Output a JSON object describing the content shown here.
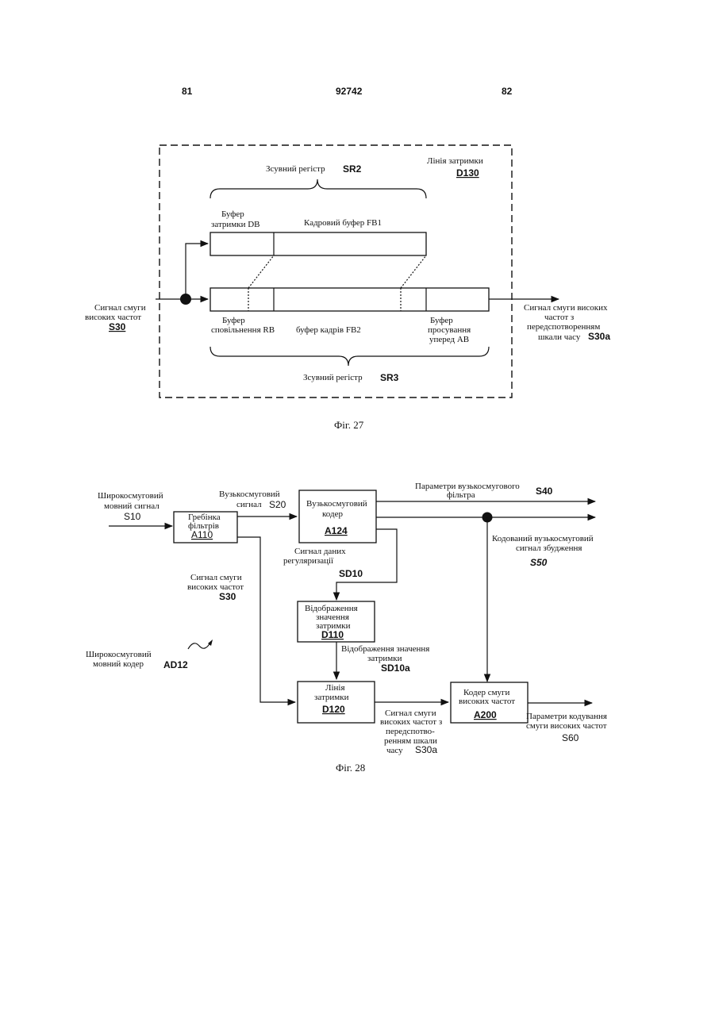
{
  "header": {
    "page_left": "81",
    "doc_number": "92742",
    "page_right": "82"
  },
  "fig27": {
    "caption": "Фіг. 27",
    "sr2_label": "Зсувний регістр",
    "sr2_code": "SR2",
    "delay_line_label": "Лінія затримки",
    "delay_line_code": "D130",
    "db_label_1": "Буфер",
    "db_label_2": "затримки DB",
    "fb1_label": "Кадровий буфер FB1",
    "input_label_1": "Сигнал смуги",
    "input_label_2": "високих частот",
    "input_code": "S30",
    "rb_label_1": "Буфер",
    "rb_label_2": "сповільнення RB",
    "fb2_label": "буфер кадрів FB2",
    "ab_label_1": "Буфер",
    "ab_label_2": "просування",
    "ab_label_3": "уперед AB",
    "output_label_1": "Сигнал смуги високих",
    "output_label_2": "частот з",
    "output_label_3": "передспотворенням",
    "output_label_4": "шкали часу",
    "output_code": "S30a",
    "sr3_label": "Зсувний регістр",
    "sr3_code": "SR3"
  },
  "fig28": {
    "caption": "Фіг. 28",
    "wb_in_1": "Широкосмуговий",
    "wb_in_2": "мовний сигнал",
    "wb_in_code": "S10",
    "a110_1": "Гребінка",
    "a110_2": "фільтрів",
    "a110_code": "A110",
    "nb_sig_1": "Вузькосмуговий",
    "nb_sig_2": "сигнал",
    "nb_sig_code": "S20",
    "a124_1": "Вузькосмуговий",
    "a124_2": "кодер",
    "a124_code": "A124",
    "s40_1": "Параметри вузькосмугового",
    "s40_2": "фільтра",
    "s40_code": "S40",
    "s50_1": "Кодований вузькосмуговий",
    "s50_2": "сигнал збудження",
    "s50_code": "S50",
    "sd10_1": "Сигнал даних",
    "sd10_2": "регуляризації",
    "sd10_code": "SD10",
    "s30_1": "Сигнал смуги",
    "s30_2": "високих частот",
    "s30_code": "S30",
    "d110_1": "Відображення",
    "d110_2": "значення",
    "d110_3": "затримки",
    "d110_code": "D110",
    "ad12_1": "Широкосмуговий",
    "ad12_2": "мовний кодер",
    "ad12_code": "AD12",
    "sd10a_1": "Відображення значення",
    "sd10a_2": "затримки",
    "sd10a_code": "SD10a",
    "d120_1": "Лінія",
    "d120_2": "затримки",
    "d120_code": "D120",
    "a200_1": "Кодер смуги",
    "a200_2": "високих частот",
    "a200_code": "A200",
    "s30a_1": "Сигнал смуги",
    "s30a_2": "високих частот з",
    "s30a_3": "передспотво-",
    "s30a_4": "ренням шкали",
    "s30a_5": "часу",
    "s30a_code": "S30a",
    "s60_1": "Параметри кодування",
    "s60_2": "смуги високих частот",
    "s60_code": "S60"
  }
}
